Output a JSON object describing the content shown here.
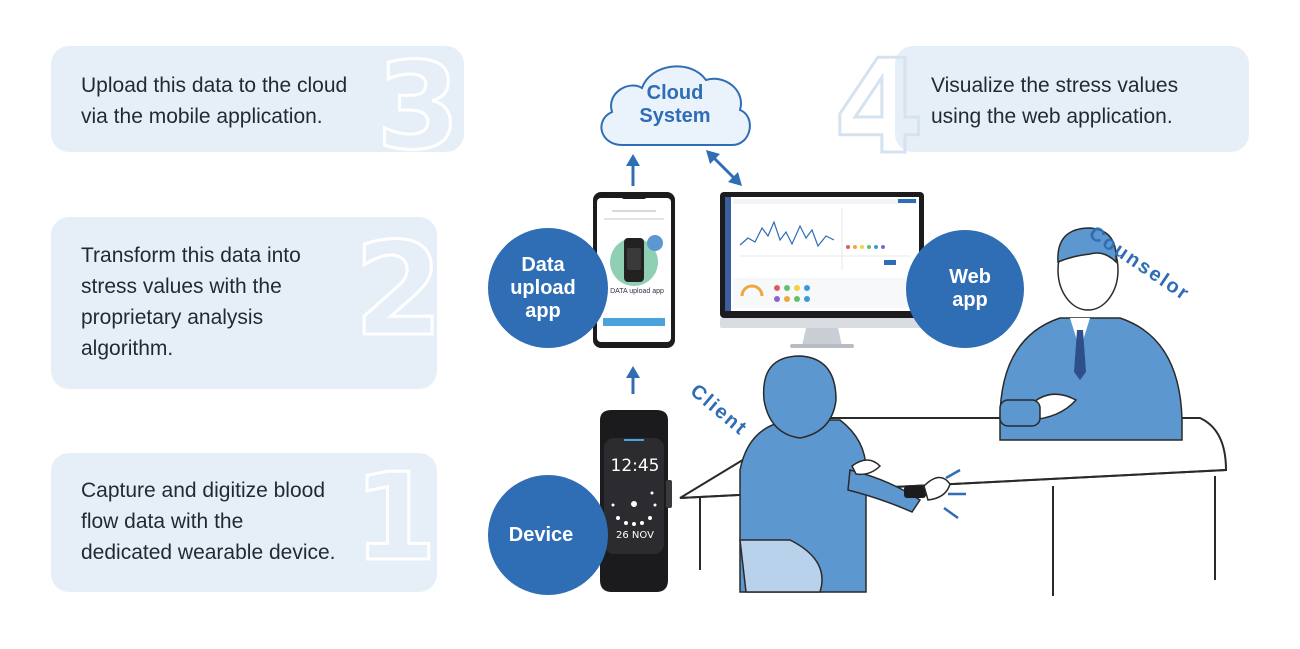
{
  "steps": [
    {
      "num": "3",
      "text": "Upload this data to the cloud\nvia the mobile application."
    },
    {
      "num": "2",
      "text": "Transform this data into\nstress values with the\nproprietary analysis\nalgorithm."
    },
    {
      "num": "1",
      "text": "Capture and digitize blood\nflow data with the\ndedicated wearable device."
    },
    {
      "num": "4",
      "text": "Visualize the stress values\nusing the web application."
    }
  ],
  "nodes": {
    "cloud": "Cloud\nSystem",
    "upload_app": "Data\nupload\napp",
    "web_app": "Web\napp",
    "device": "Device"
  },
  "roles": {
    "counselor": "Counselor",
    "client": "Client"
  },
  "phone": {
    "caption": "DATA upload app"
  },
  "watch": {
    "time": "12:45",
    "date": "26 NOV"
  },
  "colors": {
    "accent": "#2f6db5",
    "card_bg": "#e6eff8",
    "figure_blue": "#5d97cf",
    "text": "#1f2a36"
  }
}
